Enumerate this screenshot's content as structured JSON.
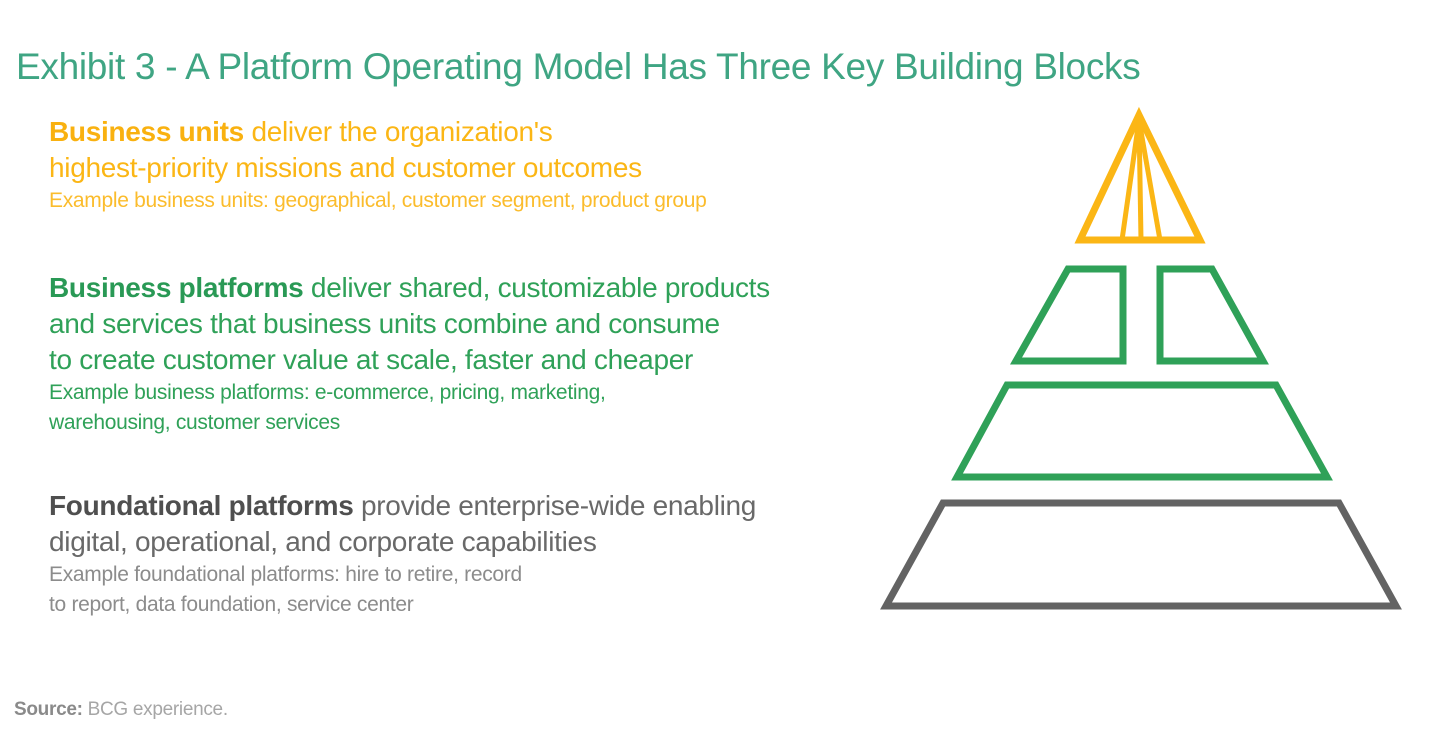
{
  "exhibit": {
    "title": "Exhibit 3 - A Platform Operating Model Has Three Key Building Blocks",
    "title_color": "#3FA583"
  },
  "blocks": [
    {
      "name": "business-units",
      "color": "#FBB615",
      "heading": "Business units",
      "body": " deliver the organization's\nhighest-priority missions and customer outcomes",
      "example": "Example business units: geographical, customer segment, product group"
    },
    {
      "name": "business-platforms",
      "color": "#2FA158",
      "heading": "Business platforms",
      "body": " deliver shared, customizable products\nand services that business units combine and consume\nto create customer value at scale, faster and cheaper",
      "example": "Example business platforms: e-commerce, pricing, marketing,\nwarehousing, customer services"
    },
    {
      "name": "foundational-platforms",
      "heading_color": "#4F4F4F",
      "body_color": "#696969",
      "example_color": "#8C8C8C",
      "heading": "Foundational platforms",
      "body": " provide enterprise-wide enabling\ndigital, operational, and corporate capabilities",
      "example": "Example foundational platforms: hire to retire, record\nto report, data foundation, service center"
    }
  ],
  "pyramid": {
    "tiers": [
      {
        "name": "business-units-tier",
        "shape": "triangle-with-rays",
        "color": "#FBB615"
      },
      {
        "name": "business-platforms-tier",
        "shape": "two-trapezoids-and-band",
        "color": "#2FA158"
      },
      {
        "name": "foundational-platforms-tier",
        "shape": "trapezoid-band",
        "color": "#636363"
      }
    ]
  },
  "source": {
    "label": "Source:",
    "text": "BCG experience."
  }
}
